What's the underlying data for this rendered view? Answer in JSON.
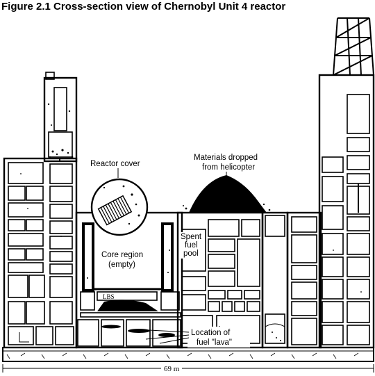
{
  "figure": {
    "title": "Figure 2.1 Cross-section view of Chernobyl Unit 4 reactor"
  },
  "labels": {
    "reactor_cover": "Reactor cover",
    "materials_line1": "Materials dropped",
    "materials_line2": "from helicopter",
    "spent_line1": "Spent",
    "spent_line2": "fuel",
    "spent_line3": "pool",
    "core_line1": "Core region",
    "core_line2": "(empty)",
    "lbs": "LBS",
    "lava_line1": "Location of",
    "lava_line2": "fuel \"lava\""
  },
  "scale": {
    "label": "69 m"
  }
}
